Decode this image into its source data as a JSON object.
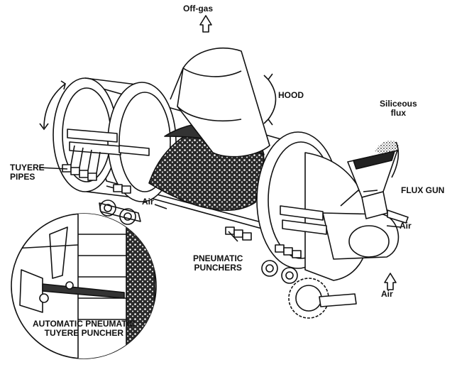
{
  "labels": {
    "off_gas": "Off-gas",
    "hood": "HOOD",
    "siliceous_flux": [
      "Siliceous",
      "flux"
    ],
    "tuyere_pipes": [
      "TUYERE",
      "PIPES"
    ],
    "flux_gun": "FLUX GUN",
    "air_top": "Air",
    "air_right": "Air",
    "air_bottom": "Air",
    "pneumatic_punchers": [
      "PNEUMATIC",
      "PUNCHERS"
    ],
    "inset_caption": [
      "AUTOMATIC PNEUMATIC",
      "TUYERE PUNCHER"
    ]
  },
  "colors": {
    "ink": "#111111",
    "paper": "#ffffff"
  }
}
